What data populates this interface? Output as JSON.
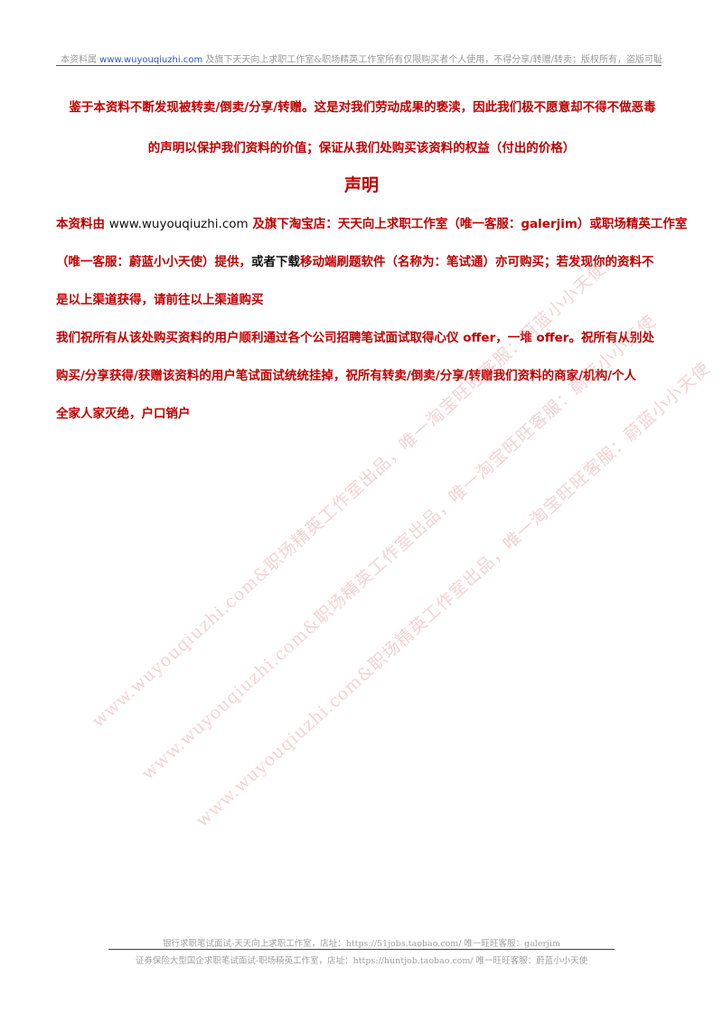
{
  "header": {
    "prefix": "本资料属 ",
    "site": "www.wuyouqiuzhi.com",
    "suffix": " 及旗下天天向上求职工作室&职场精英工作室所有仅限购买者个人使用，不得分享/转赠/转卖；版权所有，盗版可耻"
  },
  "notice": {
    "line1": "鉴于本资料不断发现被转卖/倒卖/分享/转赠。这是对我们劳动成果的亵渎，因此我们极不愿意却不得不做恶毒",
    "line2": "的声明以保护我们资料的价值；保证从我们处购买该资料的权益（付出的价格）"
  },
  "title": "声明",
  "body": {
    "b1_a": "本资料由 ",
    "b1_site": "www.wuyouqiuzhi.com",
    "b1_b": " 及旗下淘宝店：天天向上求职工作室（唯一客服：galerjim）或职场精英工作室",
    "b2_a": "（唯一客服：蔚蓝小小天使）提供，",
    "b2_b": "或者下载",
    "b2_c": "移动端刷题软件（名称为：笔试通）亦可购买；若发现你的资料不",
    "b3": "是以上渠道获得，请前往以上渠道购买",
    "b4": "我们祝所有从该处购买资料的用户顺利通过各个公司招聘笔试面试取得心仪 offer，一堆 offer。祝所有从别处",
    "b5": "购买/分享获得/获赠该资料的用户笔试面试统统挂掉，祝所有转卖/倒卖/分享/转赠我们资料的商家/机构/个人",
    "b6": "全家人家灭绝，户口销户"
  },
  "watermark": {
    "line1": "www.wuyouqiuzhi.com&职场精英工作室出品，唯一淘宝旺旺客服：蔚蓝小小天使",
    "line2": "www.wuyouqiuzhi.com&职场精英工作室出品，唯一淘宝旺旺客服：蔚蓝小小天使",
    "line3": "www.wuyouqiuzhi.com&职场精英工作室出品，唯一淘宝旺旺客服：蔚蓝小小天使"
  },
  "footer": {
    "line1": "银行求职笔试面试-天天向上求职工作室，店址：https://51jobs.taobao.com/ 唯一旺旺客服：galerjim",
    "line2": "证券保险大型国企求职笔试面试-职场精英工作室，店址：https://huntjob.taobao.com/ 唯一旺旺客服：蔚蓝小小天使"
  },
  "colors": {
    "accent_red": "#c00000",
    "link_blue": "#2a56c6",
    "muted_gray": "#9a9a9a"
  }
}
